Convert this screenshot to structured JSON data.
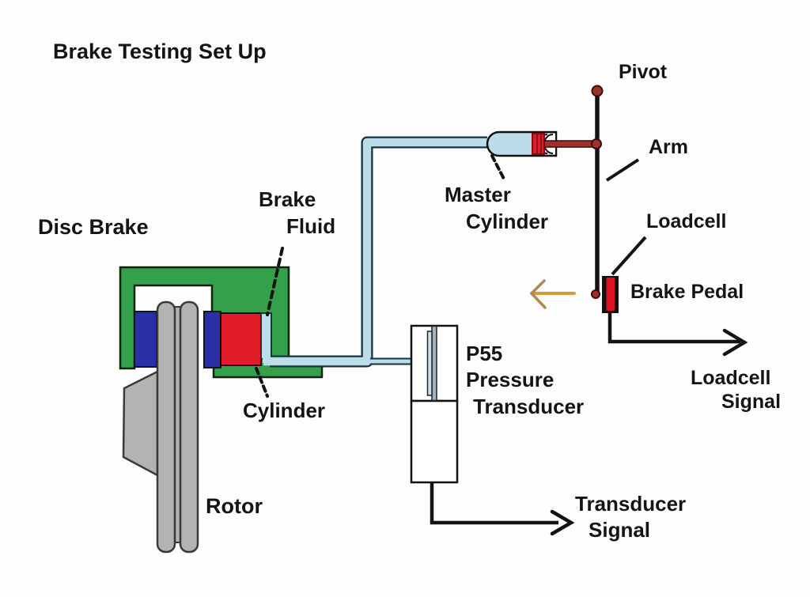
{
  "title": "Brake Testing Set Up",
  "labels": {
    "title": "Brake Testing Set Up",
    "disc_brake": "Disc Brake",
    "brake_fluid_1": "Brake",
    "brake_fluid_2": "Fluid",
    "cylinder": "Cylinder",
    "rotor": "Rotor",
    "master_cylinder_1": "Master",
    "master_cylinder_2": "Cylinder",
    "pivot": "Pivot",
    "arm": "Arm",
    "loadcell": "Loadcell",
    "brake_pedal": "Brake Pedal",
    "loadcell_signal_1": "Loadcell",
    "loadcell_signal_2": "Signal",
    "transducer_1": "P55",
    "transducer_2": "Pressure",
    "transducer_3": "Transducer",
    "transducer_signal_1": "Transducer",
    "transducer_signal_2": "Signal"
  },
  "colors": {
    "caliper_green": "#34a04a",
    "pad_blue": "#2a2fa8",
    "cylinder_red": "#e21b28",
    "fluid_light_blue": "#bcdcea",
    "pipe_outline": "#16323e",
    "rotor_gray": "#b3b3b3",
    "rotor_outline": "#3a3a3a",
    "linkage_dark_red": "#a03030",
    "linkage_outline": "#3d0a0a",
    "pedal_red": "#e01020",
    "force_arrow_orange": "#d9993a",
    "force_arrow_barb": "#b08a50",
    "line_black": "#131313",
    "transducer_bar_gray": "#9fb4c0",
    "transducer_bar_blue": "#cfe2ec"
  }
}
